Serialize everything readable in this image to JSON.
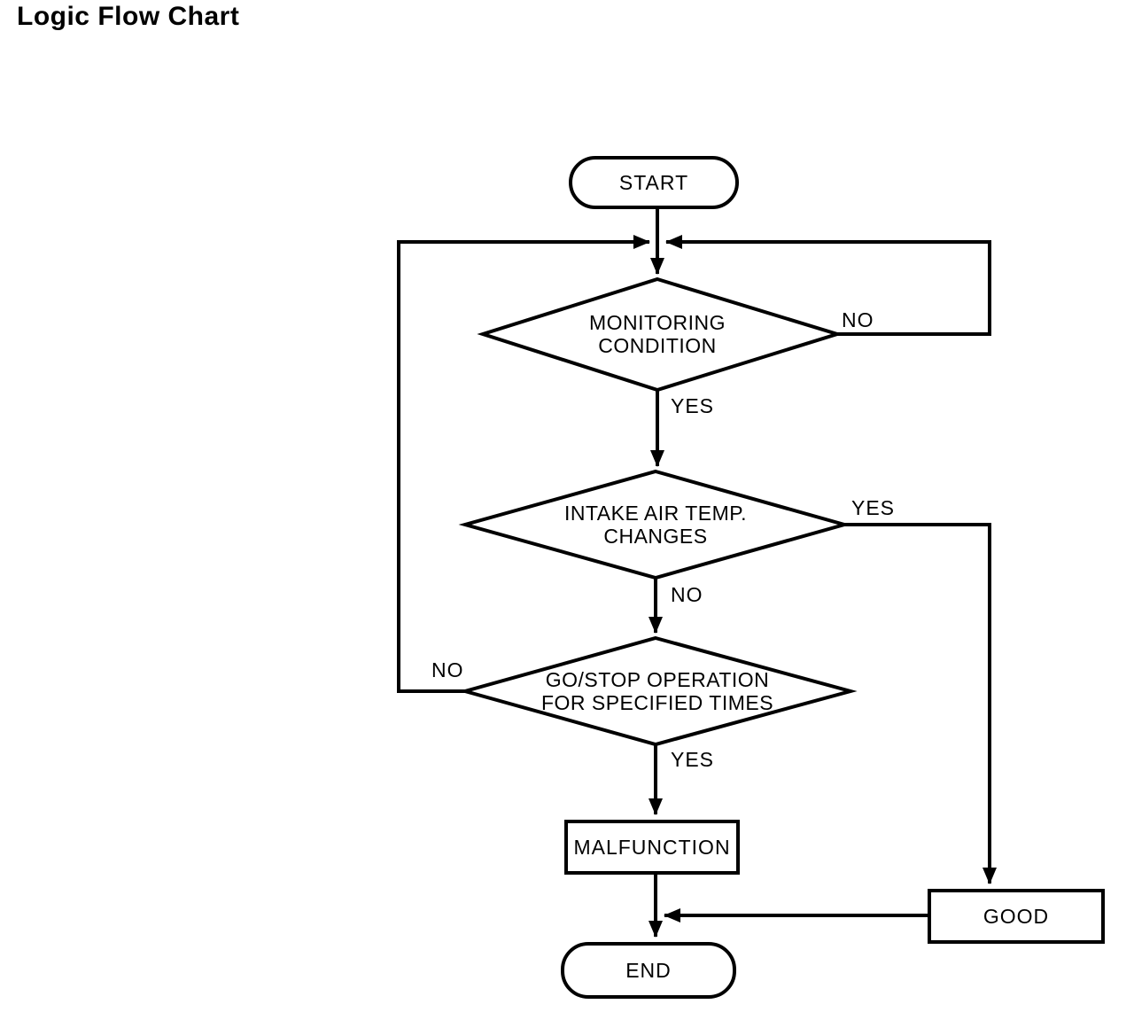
{
  "title": "Logic Flow Chart",
  "colors": {
    "line": "#000000",
    "background": "#ffffff",
    "text": "#000000"
  },
  "diagram": {
    "type": "flowchart",
    "nodes": {
      "start": {
        "label": "START",
        "shape": "terminator"
      },
      "monitoring": {
        "label": "MONITORING\nCONDITION",
        "shape": "decision"
      },
      "intake": {
        "label": "INTAKE AIR TEMP.\nCHANGES",
        "shape": "decision"
      },
      "gostop": {
        "label": "GO/STOP OPERATION\nFOR SPECIFIED TIMES",
        "shape": "decision"
      },
      "malfunction": {
        "label": "MALFUNCTION",
        "shape": "process"
      },
      "good": {
        "label": "GOOD",
        "shape": "process"
      },
      "end": {
        "label": "END",
        "shape": "terminator"
      }
    },
    "edge_labels": {
      "monitoring_yes": "YES",
      "monitoring_no": "NO",
      "intake_yes": "YES",
      "intake_no": "NO",
      "gostop_yes": "YES",
      "gostop_no": "NO"
    },
    "edges": [
      {
        "from": "start",
        "to": "monitoring",
        "label": ""
      },
      {
        "from": "monitoring",
        "to": "intake",
        "label": "YES"
      },
      {
        "from": "monitoring",
        "to": "monitoring",
        "label": "NO"
      },
      {
        "from": "intake",
        "to": "good",
        "label": "YES"
      },
      {
        "from": "intake",
        "to": "gostop",
        "label": "NO"
      },
      {
        "from": "gostop",
        "to": "monitoring",
        "label": "NO"
      },
      {
        "from": "gostop",
        "to": "malfunction",
        "label": "YES"
      },
      {
        "from": "malfunction",
        "to": "end",
        "label": ""
      },
      {
        "from": "good",
        "to": "end",
        "label": ""
      }
    ]
  }
}
